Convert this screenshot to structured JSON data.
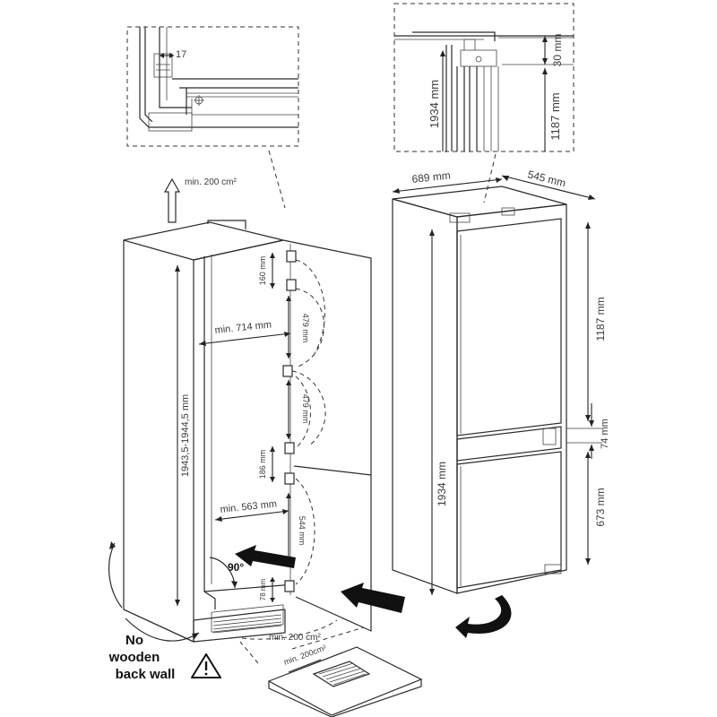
{
  "detail_left": {
    "dim_17": "17"
  },
  "detail_right": {
    "dim_30": "30 mm",
    "dim_1934": "1934 mm",
    "dim_1187": "1187 mm"
  },
  "cabinet": {
    "vent_top": "min. 200 cm²",
    "height_range": "1943,5-1944,5 mm",
    "min_714": "min. 714 mm",
    "min_563": "min. 563 mm",
    "hinge_160": "160 mm",
    "hinge_479a": "479 mm",
    "hinge_479b": "479 mm",
    "hinge_186": "186 mm",
    "hinge_544": "544 mm",
    "hinge_78": "78 mm",
    "angle_90": "90°",
    "vent_bottom": "min. 200 cm²",
    "floor_vent": "min. 200cm²"
  },
  "fridge": {
    "width_689": "689 mm",
    "depth_545": "545 mm",
    "height_1934": "1934 mm",
    "upper_1187": "1187 mm",
    "gap_74": "74 mm",
    "lower_673": "673 mm"
  },
  "warning": {
    "line1": "No",
    "line2": "wooden",
    "line3": "back wall"
  }
}
